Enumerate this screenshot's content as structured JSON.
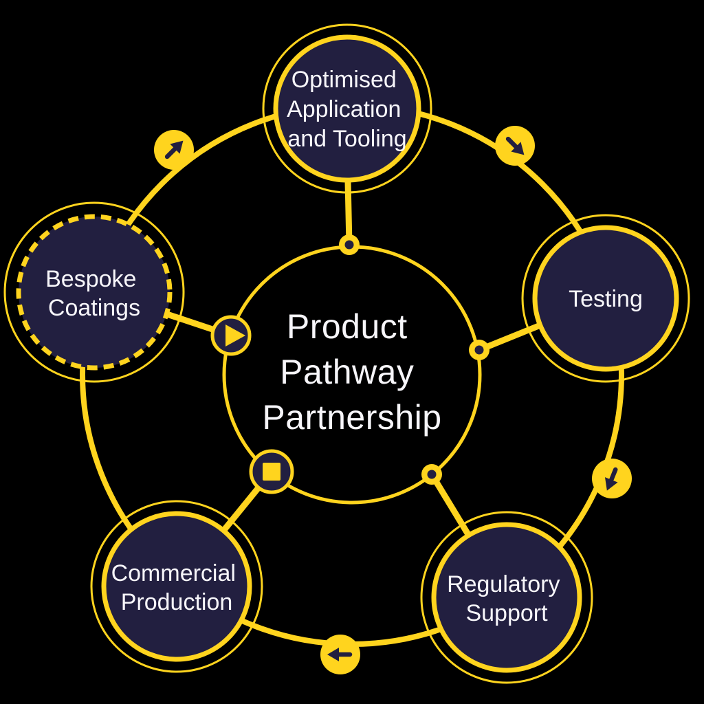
{
  "title": {
    "lines": [
      "Product",
      "Pathway",
      "Partnership"
    ]
  },
  "nodes": [
    {
      "id": "optimised-application-and-tooling",
      "lines": [
        "Optimised",
        "Application",
        "and Tooling"
      ]
    },
    {
      "id": "testing",
      "lines": [
        "Testing"
      ]
    },
    {
      "id": "regulatory-support",
      "lines": [
        "Regulatory",
        "Support"
      ]
    },
    {
      "id": "commercial-production",
      "lines": [
        "Commercial",
        "Production"
      ]
    },
    {
      "id": "bespoke-coatings",
      "lines": [
        "Bespoke",
        "Coatings"
      ]
    }
  ],
  "icons": [
    "arrow-up-right-icon",
    "arrow-down-right-icon",
    "arrow-down-left-icon",
    "arrow-left-icon",
    "play-icon",
    "stop-icon",
    "connector-dot-icon"
  ],
  "colors": {
    "yellow": "#FFD41E",
    "navy": "#221F40",
    "text": "#F7F6FA",
    "background": "#000000"
  }
}
